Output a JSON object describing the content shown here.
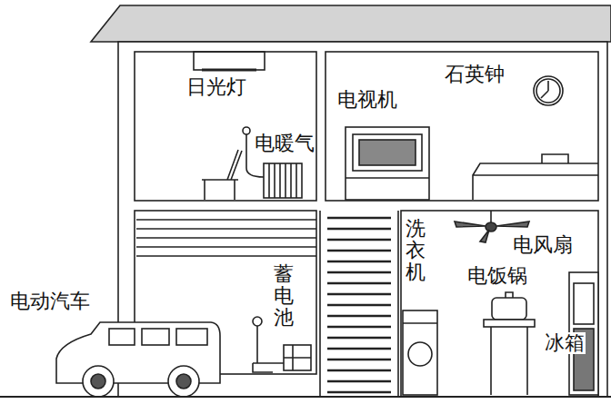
{
  "diagram": {
    "labels": [
      "日光灯",
      "电暖气",
      "电视机",
      "石英钟",
      "电动汽车",
      "蓄电池",
      "洗衣机",
      "电风扇",
      "电饭锅",
      "冰箱"
    ]
  }
}
